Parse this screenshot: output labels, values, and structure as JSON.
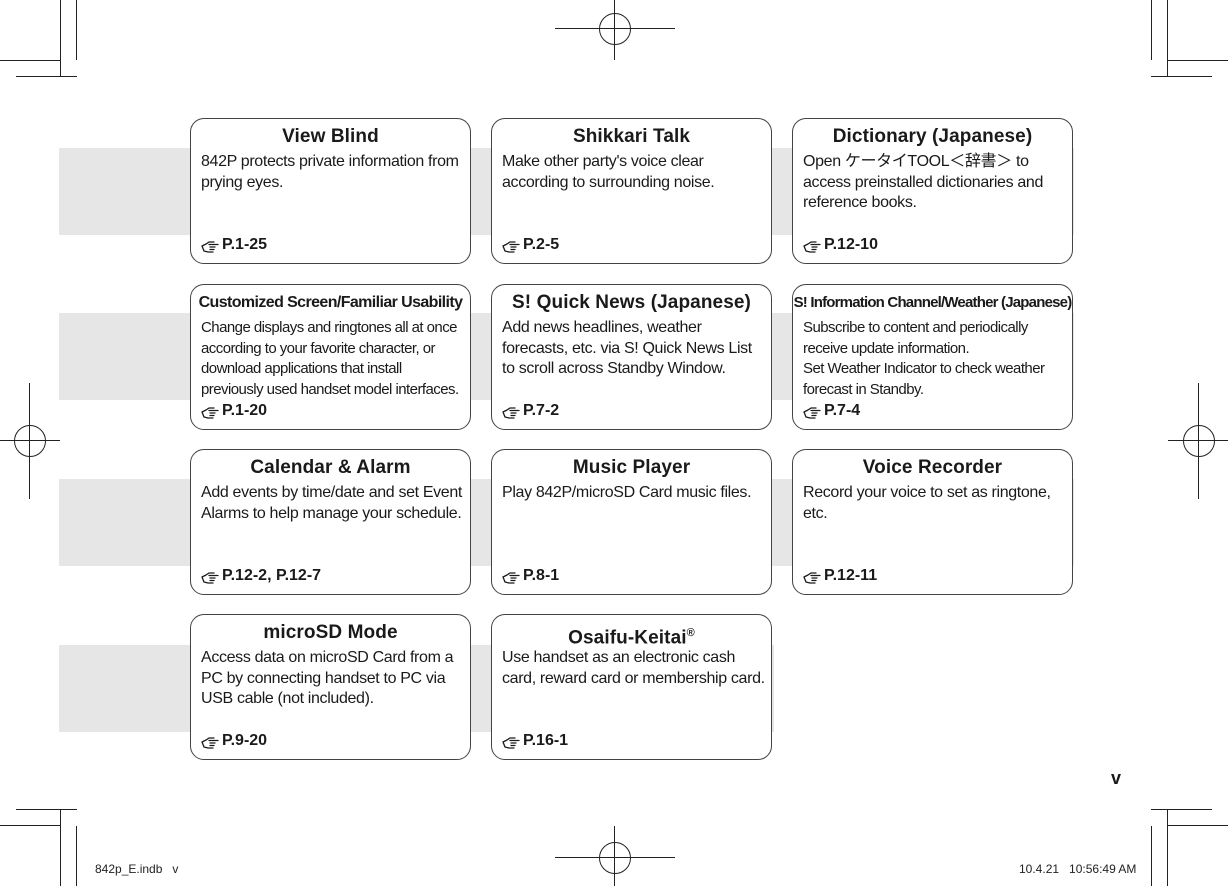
{
  "cards": [
    {
      "title": "View Blind",
      "body": "842P protects private information from prying eyes.",
      "ref": "P.1-25"
    },
    {
      "title": "Shikkari Talk",
      "body": "Make other party's voice clear according to surrounding noise.",
      "ref": "P.2-5"
    },
    {
      "title": "Dictionary (Japanese)",
      "body": "Open ケータイTOOL＜辞書＞ to access preinstalled dictionaries and reference books.",
      "ref": "P.12-10"
    },
    {
      "title": "Customized Screen/Familiar Usability",
      "body": "Change displays and ringtones all at once according to your favorite character, or download applications that install previously used handset model interfaces.",
      "ref": "P.1-20"
    },
    {
      "title": "S! Quick News (Japanese)",
      "body": "Add news headlines, weather forecasts, etc. via S! Quick News List to scroll across Standby Window.",
      "ref": "P.7-2"
    },
    {
      "title": "S! Information Channel/Weather (Japanese)",
      "body": "Subscribe to content and periodically receive update information.\nSet Weather Indicator to check weather forecast in Standby.",
      "ref": "P.7-4"
    },
    {
      "title": "Calendar & Alarm",
      "body": "Add events by time/date and set Event Alarms to help manage your schedule.",
      "ref": "P.12-2, P.12-7"
    },
    {
      "title": "Music Player",
      "body": "Play 842P/microSD Card music files.",
      "ref": "P.8-1"
    },
    {
      "title": "Voice Recorder",
      "body": "Record your voice to set as ringtone, etc.",
      "ref": "P.12-11"
    },
    {
      "title": "microSD Mode",
      "body": "Access data on microSD Card from a PC by connecting handset to PC via USB cable (not included).",
      "ref": "P.9-20"
    },
    {
      "title": "Osaifu-Keitai",
      "title_mark": "®",
      "body": "Use handset as an electronic cash card, reward card or membership card.",
      "ref": "P.16-1"
    }
  ],
  "page_number": "v",
  "slug": {
    "left": "842p_E.indb   v",
    "right": "10.4.21   10:56:49 AM"
  },
  "icons": {
    "reference": "pointing-hand-icon"
  }
}
